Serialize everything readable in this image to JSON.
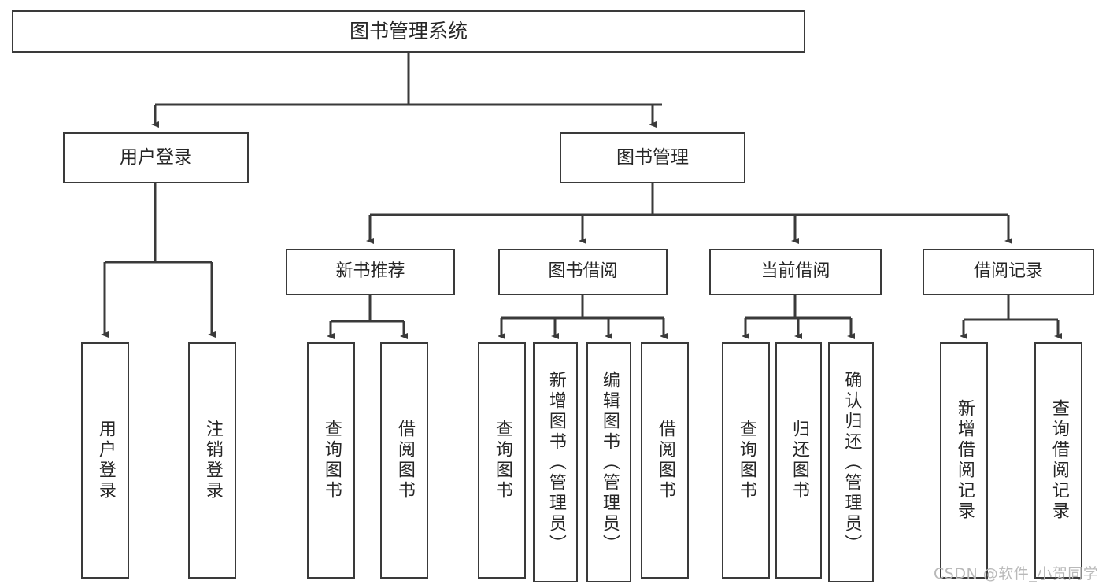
{
  "diagram": {
    "title": "图书管理系统",
    "type": "tree-hierarchy",
    "root": {
      "label": "图书管理系统"
    },
    "level1": [
      {
        "label": "用户登录"
      },
      {
        "label": "图书管理"
      }
    ],
    "level2": [
      {
        "label": "新书推荐"
      },
      {
        "label": "图书借阅"
      },
      {
        "label": "当前借阅"
      },
      {
        "label": "借阅记录"
      }
    ],
    "leaves": {
      "user_login": [
        {
          "label": "用户登录"
        },
        {
          "label": "注销登录"
        }
      ],
      "new_book_recommend": [
        {
          "label": "查询图书"
        },
        {
          "label": "借阅图书"
        }
      ],
      "book_borrow": [
        {
          "label": "查询图书"
        },
        {
          "label": "新增图书（管理员）"
        },
        {
          "label": "编辑图书（管理员）"
        },
        {
          "label": "借阅图书"
        }
      ],
      "current_borrow": [
        {
          "label": "查询图书"
        },
        {
          "label": "归还图书"
        },
        {
          "label": "确认归还（管理员）"
        }
      ],
      "borrow_record": [
        {
          "label": "新增借阅记录"
        },
        {
          "label": "查询借阅记录"
        }
      ]
    }
  },
  "watermark": {
    "text": "CSDN @软件_小贺同学"
  },
  "colors": {
    "stroke": "#3a3a3a",
    "text": "#262626",
    "background": "#ffffff",
    "watermark": "#b9b9b9"
  }
}
